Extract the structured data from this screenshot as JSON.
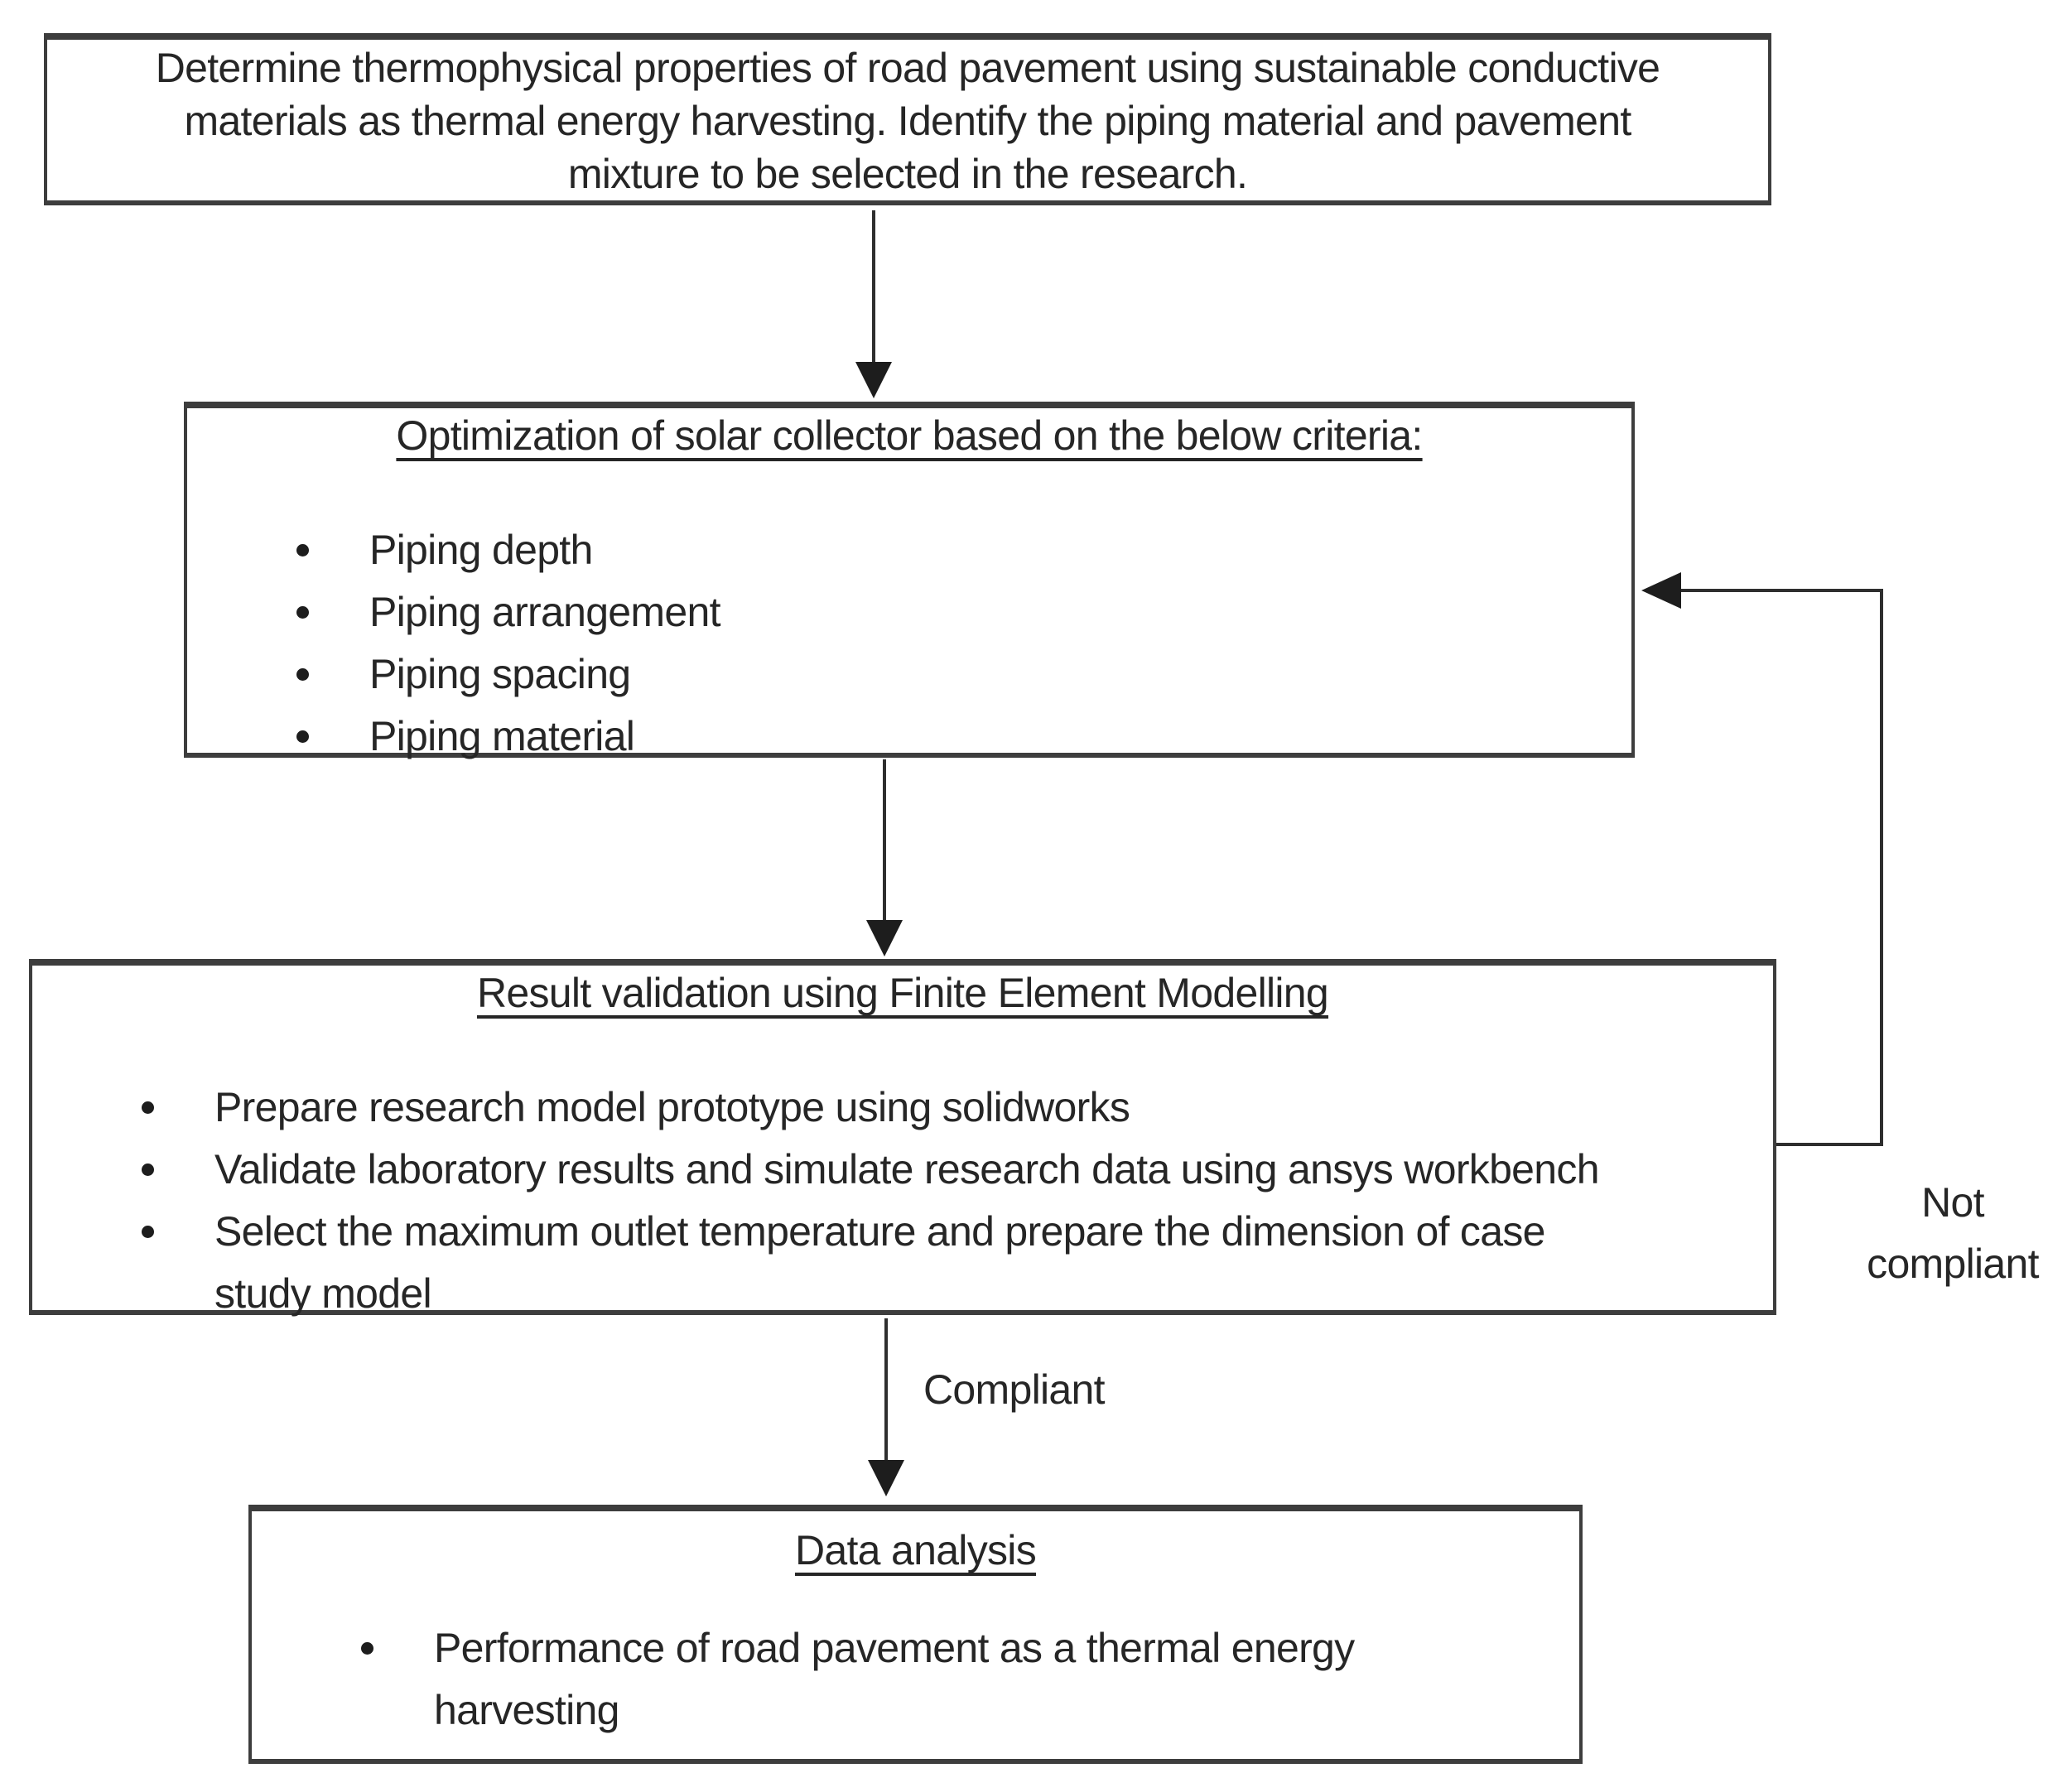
{
  "diagram": {
    "colors": {
      "background": "#ffffff",
      "ink": "#262626",
      "border": "#3d3d3d"
    },
    "boxes": {
      "objective": {
        "lines": [
          "Determine thermophysical properties of road pavement using sustainable conductive",
          "materials as thermal energy harvesting. Identify the piping material and pavement",
          "mixture to be selected in the research."
        ]
      },
      "optimization": {
        "title": "Optimization of solar collector based on the below criteria:",
        "bullets": [
          "Piping depth",
          "Piping arrangement",
          "Piping spacing",
          "Piping material"
        ]
      },
      "validation": {
        "title": "Result validation using Finite Element Modelling",
        "bullets": [
          "Prepare research model prototype using solidworks",
          "Validate laboratory results and simulate research data using ansys workbench",
          "Select the maximum outlet temperature and prepare the dimension of case study model"
        ]
      },
      "analysis": {
        "title": "Data analysis",
        "bullets": [
          "Performance of road pavement as a thermal energy harvesting"
        ]
      }
    },
    "edge_labels": {
      "compliant": "Compliant",
      "not_compliant": "Not compliant"
    }
  }
}
